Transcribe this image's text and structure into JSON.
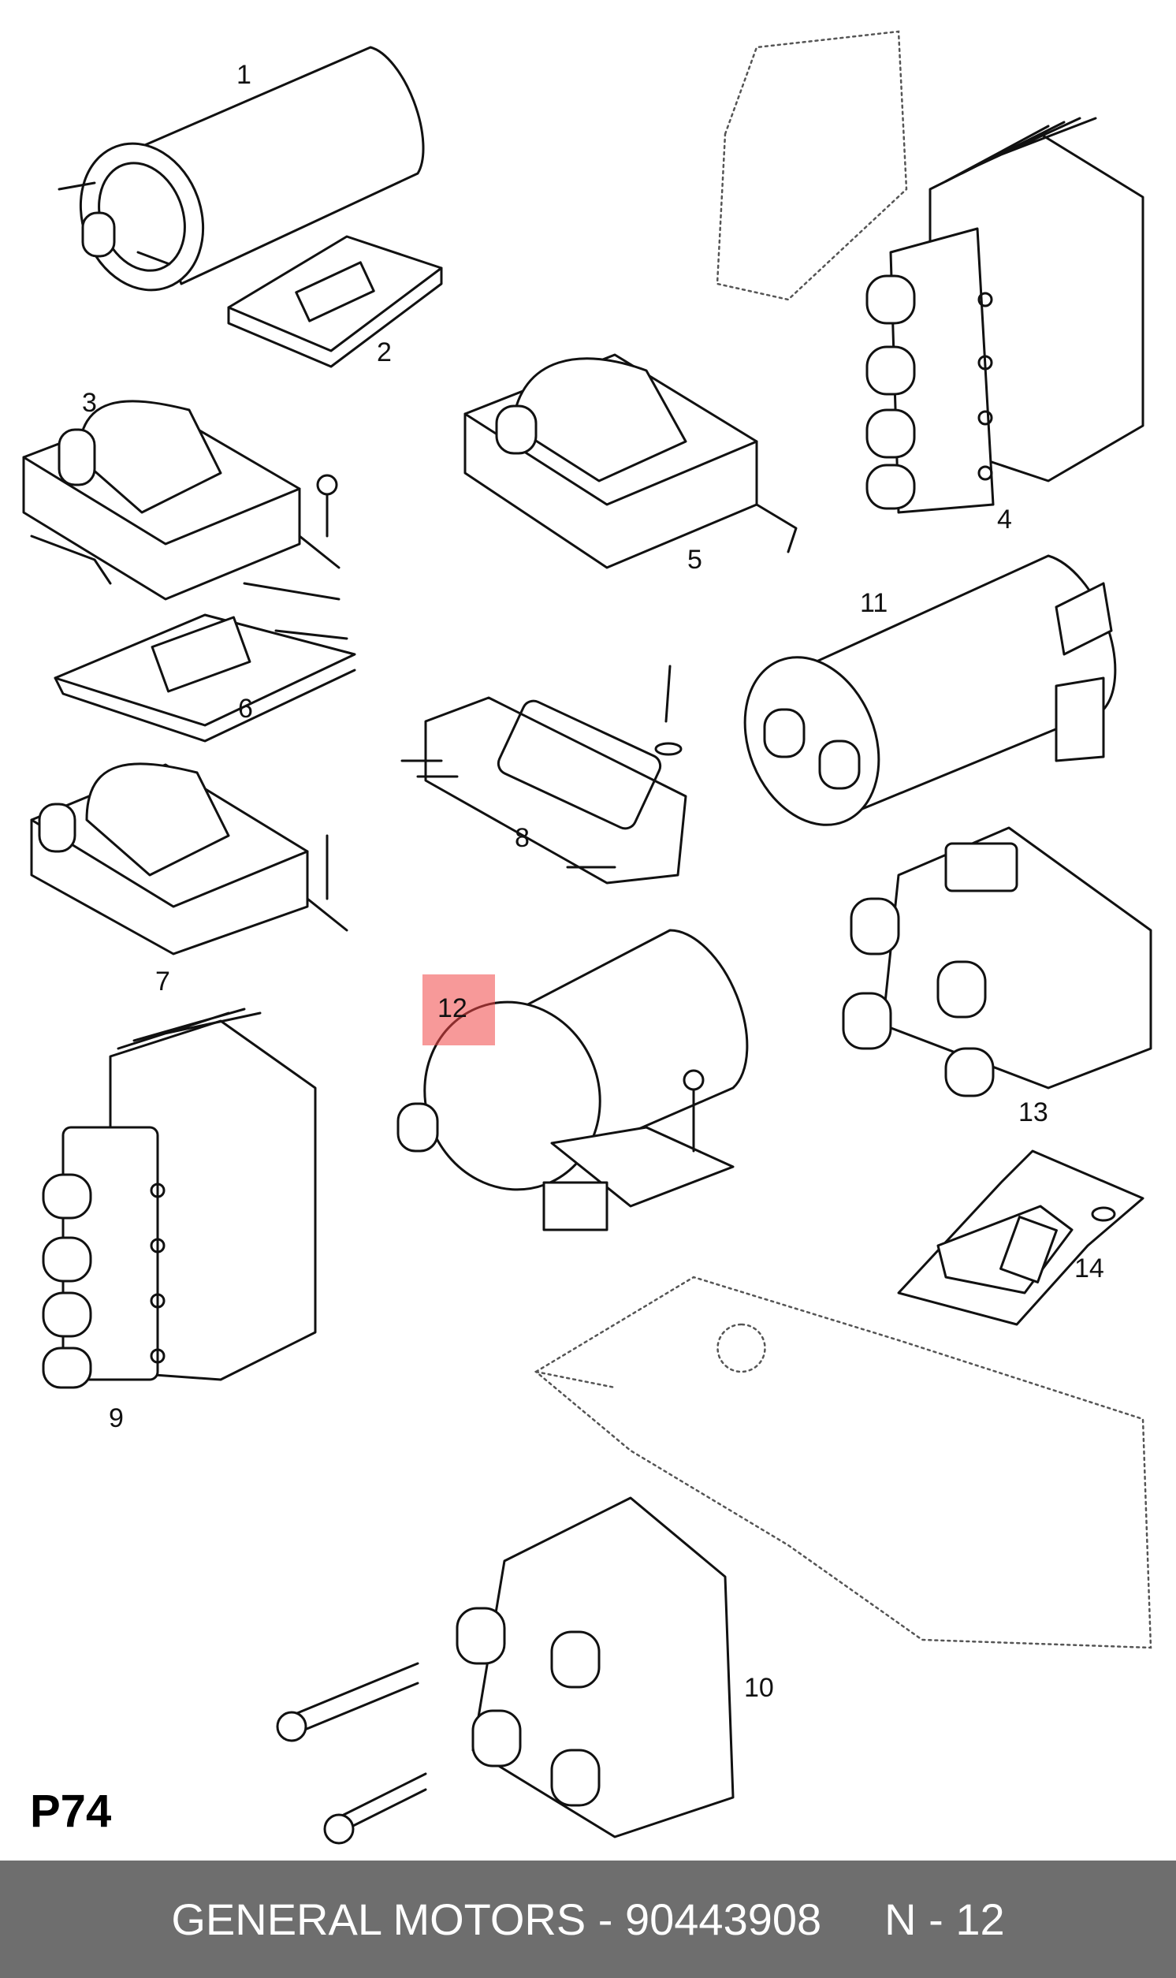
{
  "diagram": {
    "callouts": [
      {
        "id": "1",
        "label": "1"
      },
      {
        "id": "2",
        "label": "2"
      },
      {
        "id": "3",
        "label": "3"
      },
      {
        "id": "4",
        "label": "4"
      },
      {
        "id": "5",
        "label": "5"
      },
      {
        "id": "6",
        "label": "6"
      },
      {
        "id": "7",
        "label": "7"
      },
      {
        "id": "8",
        "label": "8"
      },
      {
        "id": "9",
        "label": "9"
      },
      {
        "id": "10",
        "label": "10"
      },
      {
        "id": "11",
        "label": "11"
      },
      {
        "id": "12",
        "label": "12"
      },
      {
        "id": "13",
        "label": "13"
      },
      {
        "id": "14",
        "label": "14"
      }
    ],
    "highlighted_part": "12",
    "highlight_color": "#f04646",
    "page_code": "P74"
  },
  "footer": {
    "brand_part": "GENERAL MOTORS - 90443908",
    "ref": "N - 12",
    "background": "#6e6e6e"
  }
}
